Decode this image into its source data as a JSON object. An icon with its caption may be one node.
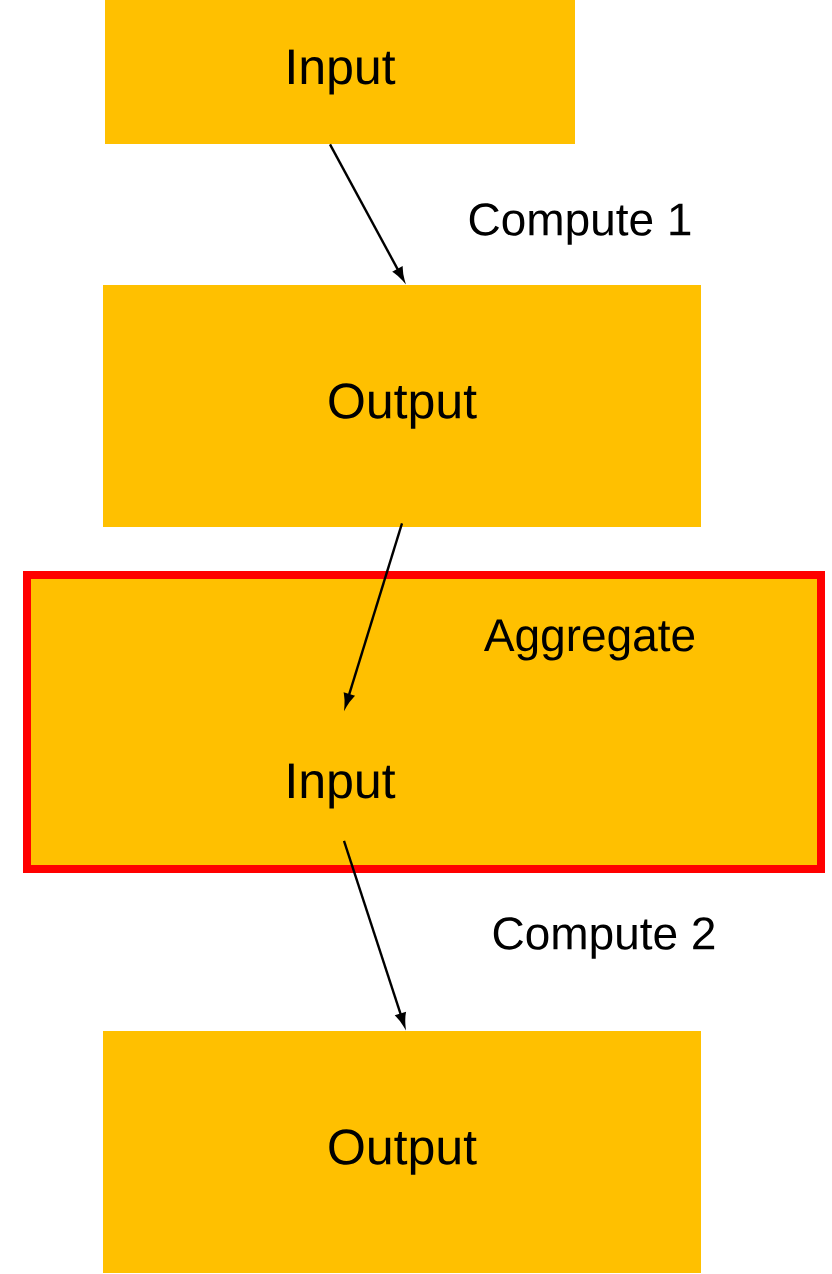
{
  "diagram": {
    "nodes": [
      {
        "text": [
          "Input"
        ]
      },
      {
        "text": [
          "Output"
        ]
      },
      {
        "text": [],
        "shape": "box"
      },
      {
        "text": [
          "Input"
        ],
        "in": 2
      },
      {
        "text": [
          "Output"
        ]
      }
    ],
    "edges": [
      {
        "from": 0,
        "to": 1,
        "arrow": "to",
        "label": "Compute 1"
      },
      {
        "from": 1,
        "to": 3,
        "arrow": "to",
        "label": "Aggregate"
      },
      {
        "from": 3,
        "to": 4,
        "arrow": "to",
        "label": "Compute 2"
      }
    ]
  }
}
